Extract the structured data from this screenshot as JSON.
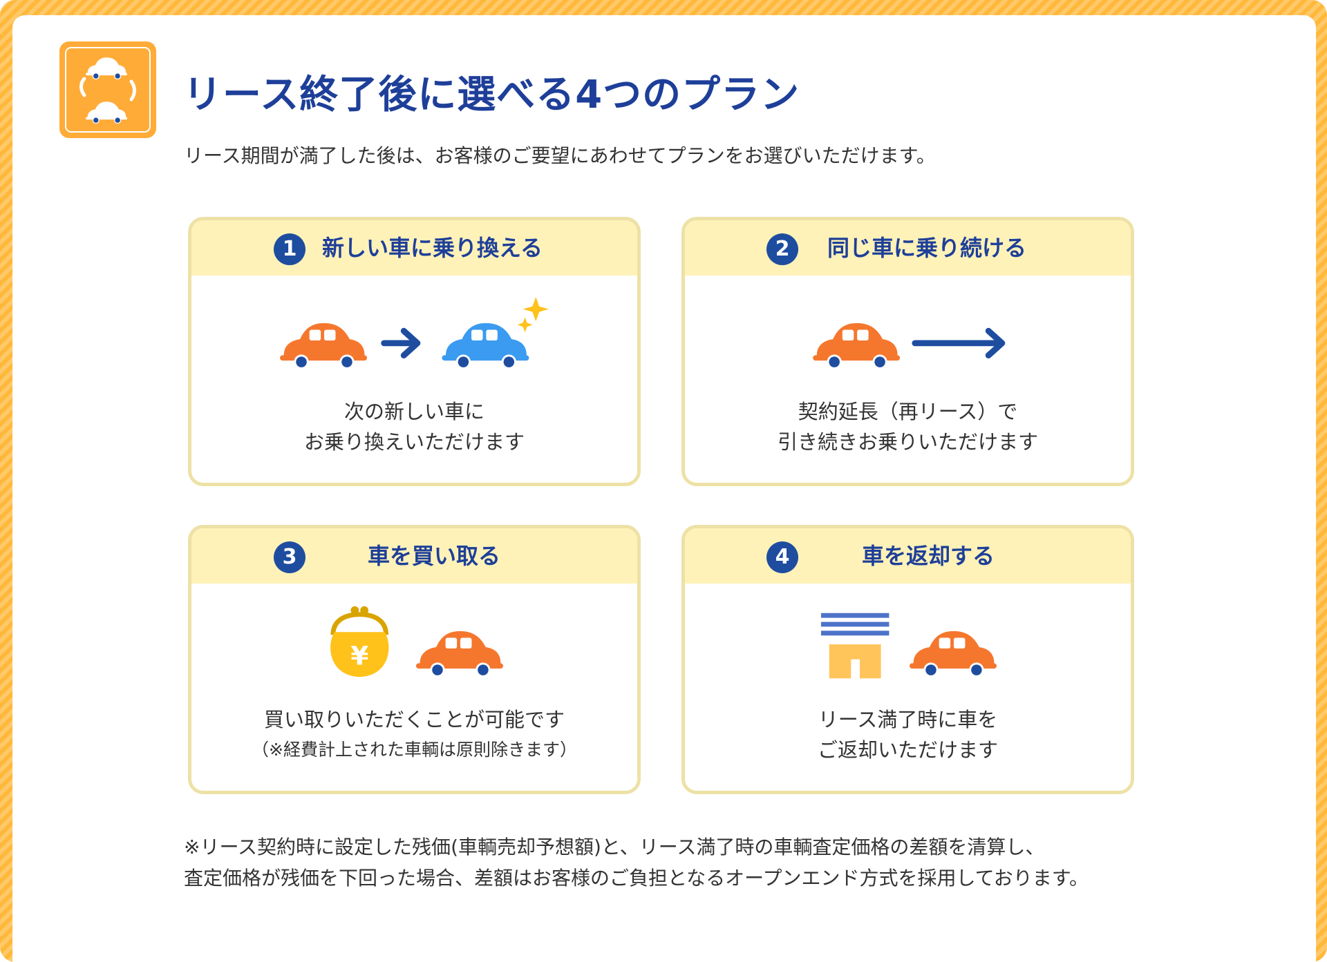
{
  "header": {
    "icon": "car-exchange-icon",
    "title": "リース終了後に選べる4つのプラン",
    "subtitle": "リース期間が満了した後は、お客様のご要望にあわせてプランをお選びいただけます。"
  },
  "plans": [
    {
      "number": "1",
      "title": "新しい車に乗り換える",
      "icons": [
        "orange-car-icon",
        "arrow-right-icon",
        "blue-new-car-icon",
        "sparkle-icon"
      ],
      "desc_lines": [
        "次の新しい車に",
        "お乗り換えいただけます"
      ]
    },
    {
      "number": "2",
      "title": "同じ車に乗り続ける",
      "icons": [
        "orange-car-icon",
        "long-arrow-right-icon"
      ],
      "desc_lines": [
        "契約延長（再リース）で",
        "引き続きお乗りいただけます"
      ]
    },
    {
      "number": "3",
      "title": "車を買い取る",
      "icons": [
        "yen-purse-icon",
        "orange-car-icon"
      ],
      "desc_lines": [
        "買い取りいただくことが可能です",
        "（※経費計上された車輌は原則除きます）"
      ]
    },
    {
      "number": "4",
      "title": "車を返却する",
      "icons": [
        "garage-icon",
        "orange-car-icon"
      ],
      "desc_lines": [
        "リース満了時に車を",
        "ご返却いただけます"
      ]
    }
  ],
  "note": {
    "lines": [
      "※リース契約時に設定した残価(車輌売却予想額)と、リース満了時の車輌査定価格の差額を清算し、",
      "査定価格が残価を下回った場合、差額はお客様のご負担となるオープンエンド方式を採用しております。"
    ]
  },
  "colors": {
    "accent_orange": "#ffab38",
    "title_blue": "#1e3f99",
    "card_header": "#fff2b8",
    "card_border": "#ede1a6",
    "car_orange": "#f5772e",
    "car_blue": "#3a9bf0"
  }
}
